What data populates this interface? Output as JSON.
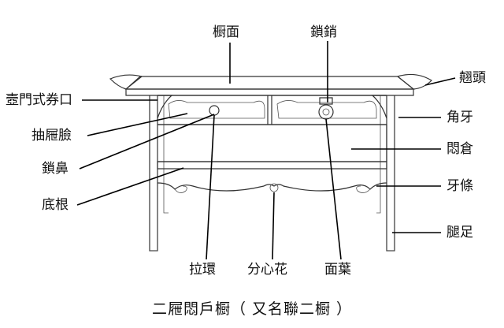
{
  "labels": {
    "chu_mian": "橱面",
    "suo_xiao": "鎖銷",
    "ya_men_quan_kou": "壼門式券口",
    "qiao_tou": "翹頭",
    "chou_ti_lian": "抽屜臉",
    "jiao_ya": "角牙",
    "suo_bi": "鎖鼻",
    "men_cang": "悶倉",
    "di_gen": "底根",
    "ya_tiao": "牙條",
    "tui_zu": "腿足",
    "la_huan": "拉環",
    "fen_xin_hua": "分心花",
    "mian_ye": "面葉"
  },
  "caption": "二屜悶戶橱（ 又名聯二橱 ）"
}
